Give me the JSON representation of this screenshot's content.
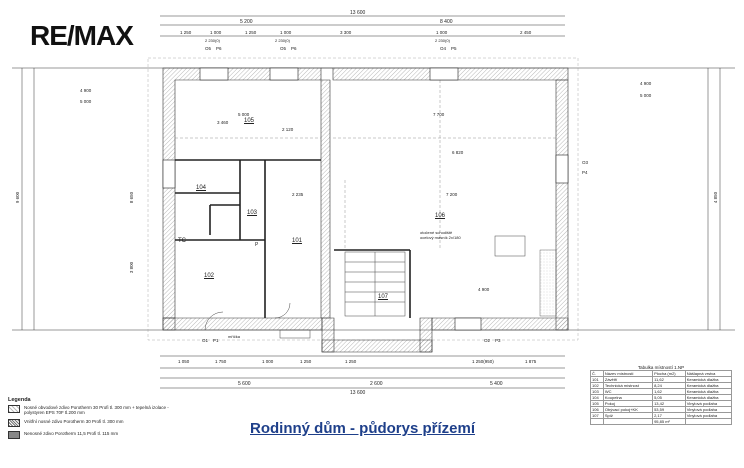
{
  "logo": {
    "text": "RE/MAX"
  },
  "caption": "Rodinný dům - půdorys přízemí",
  "dims_top": {
    "overall": "13 600",
    "left": "5 200",
    "right": "8 400"
  },
  "dims_top2": [
    "1 250",
    "1 000",
    "1 250",
    "1 000",
    "3 300",
    "1 000",
    "2 450"
  ],
  "dims_top_sub": [
    "2 230(0)",
    "2 230(0)",
    "2 230(0)"
  ],
  "dims_bottom": [
    "1 050",
    "1 750",
    "1 000",
    "1 250",
    "1 250",
    "1 250(950)",
    "1 875"
  ],
  "dims_bottom2": [
    "5 600",
    "2 600",
    "5 400"
  ],
  "dims_bottom_overall": "13 600",
  "dims_left": [
    "4 900",
    "5 000"
  ],
  "dims_right": [
    "4 900",
    "5 000"
  ],
  "dims_vertical": [
    "9 600",
    "8 650",
    "3 800",
    "4 850"
  ],
  "window_tags": [
    "O5",
    "P6",
    "O5",
    "P6",
    "O4",
    "P5",
    "O1",
    "P1",
    "O2",
    "P3",
    "O3",
    "P4"
  ],
  "rooms": [
    {
      "id": "101",
      "label": "101"
    },
    {
      "id": "102",
      "label": "102"
    },
    {
      "id": "103",
      "label": "103"
    },
    {
      "id": "104",
      "label": "104"
    },
    {
      "id": "105",
      "label": "105"
    },
    {
      "id": "106",
      "label": "106"
    },
    {
      "id": "107",
      "label": "107"
    }
  ],
  "room_dims": {
    "r105": "5 000",
    "r105b": "3 460",
    "r105c": "2 120",
    "r106a": "7 700",
    "r106b": "6 820",
    "r106c": "7 200",
    "r106d": "4 900",
    "r101": "2 235"
  },
  "notes": {
    "stairs": "otočené schodiště\nocelový masník 2x/180",
    "entry": "mříčka",
    "tc": "TC",
    "p": "P"
  },
  "legend": {
    "title": "Legenda",
    "items": [
      {
        "text": "Nosné obvodové zdivo Porotherm 30 Profi tl. 300 mm + tepelná izolace - polystyren EPS 70F tl.200 mm",
        "style": "sw1"
      },
      {
        "text": "Vnitřní nosné zdivo Porotherm 30 Profi tl. 300 mm",
        "style": "sw2"
      },
      {
        "text": "Nenosné zdivo Porotherm 11,5 Profi tl. 115 mm",
        "style": "sw3"
      }
    ]
  },
  "room_table": {
    "title": "Tabulka místností 1.NP",
    "headers": [
      "Č.",
      "Název místnosti",
      "Plocha (m2)",
      "Nášlapná vrstva"
    ],
    "rows": [
      [
        "101",
        "Závětří",
        "11,62",
        "Keramická dlažba"
      ],
      [
        "102",
        "Technická místnost",
        "8,24",
        "Keramická dlažba"
      ],
      [
        "103",
        "WC",
        "1,62",
        "Keramická dlažba"
      ],
      [
        "104",
        "Koupelna",
        "5,05",
        "Keramická dlažba"
      ],
      [
        "105",
        "Pokoj",
        "13,42",
        "Vinylová podlaha"
      ],
      [
        "106",
        "Obývací pokoj+KK",
        "53,59",
        "Vinylová podlaha"
      ],
      [
        "107",
        "Spíž",
        "2,17",
        "Vinylová podlaha"
      ],
      [
        "",
        "",
        "95,85 m²",
        ""
      ]
    ]
  }
}
